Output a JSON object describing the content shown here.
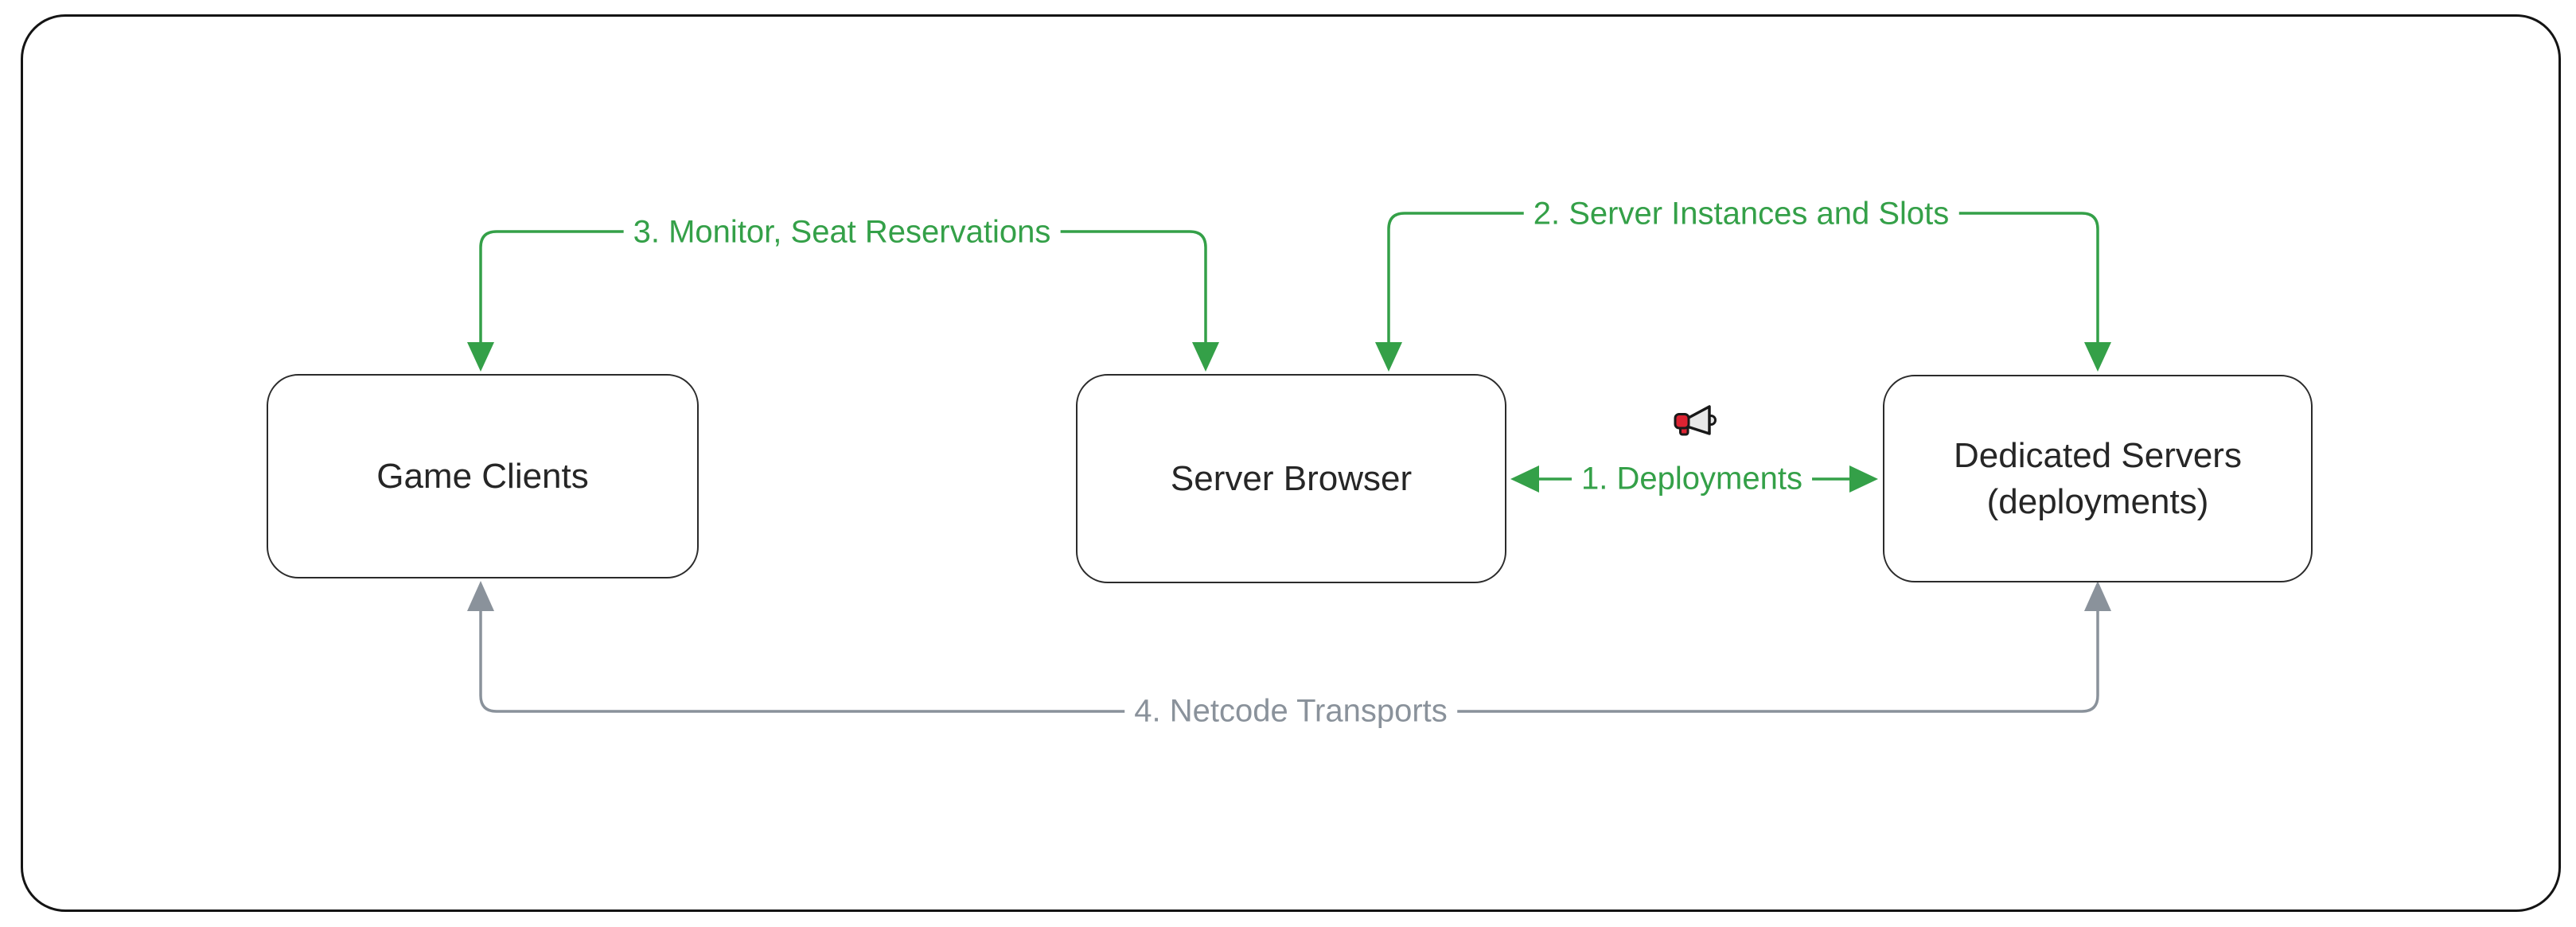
{
  "colors": {
    "accent_green": "#34a048",
    "muted_gray": "#8a929b",
    "node_border": "#2b2b2b",
    "node_text": "#262626",
    "frame_border": "#141414",
    "megaphone_red": "#dc2332"
  },
  "nodes": {
    "game_clients": {
      "label": "Game Clients"
    },
    "server_browser": {
      "label": "Server Browser"
    },
    "dedicated_servers": {
      "line1": "Dedicated Servers",
      "line2": "(deployments)"
    }
  },
  "edge_labels": {
    "deployments": "1. Deployments",
    "server_instances": "2. Server Instances and Slots",
    "monitor": "3. Monitor, Seat Reservations",
    "netcode": "4. Netcode Transports"
  },
  "icons": {
    "megaphone": "megaphone-icon"
  }
}
